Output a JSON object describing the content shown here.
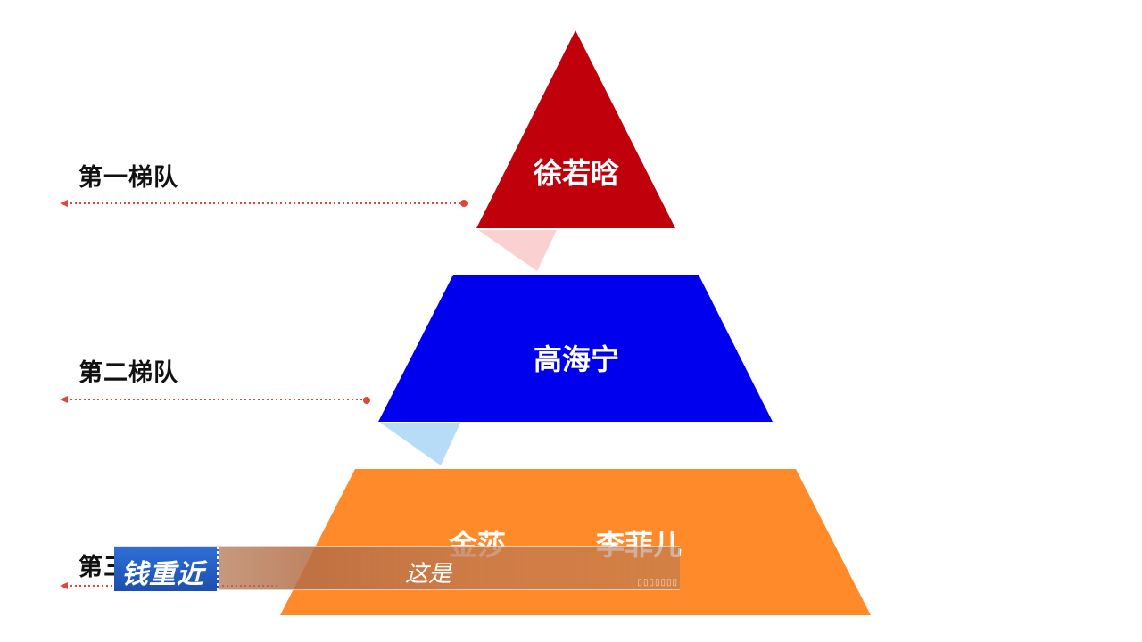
{
  "tiers": [
    {
      "label": "第一梯队",
      "members": [
        "徐若晗"
      ],
      "color": "#c0000b",
      "shadow_color": "#fbd0d0"
    },
    {
      "label": "第二梯队",
      "members": [
        "高海宁"
      ],
      "color": "#0000ee",
      "shadow_color": "#b6dcf7"
    },
    {
      "label": "第三梯队",
      "members": [
        "金莎",
        "李菲儿"
      ],
      "color": "#ff8a2a"
    }
  ],
  "arrow_color": "#e0473a",
  "subtitle": {
    "brand": "钱重近",
    "text": "这是",
    "brand_color": "#2460c8"
  }
}
